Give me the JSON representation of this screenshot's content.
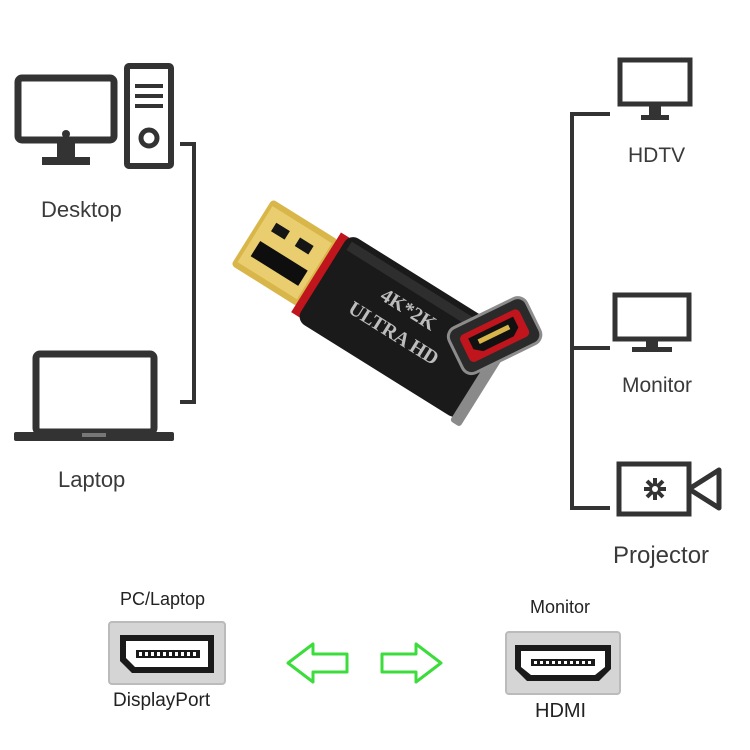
{
  "left_devices": {
    "desktop_label": "Desktop",
    "laptop_label": "Laptop"
  },
  "right_devices": {
    "hdtv_label": "HDTV",
    "monitor_label": "Monitor",
    "projector_label": "Projector"
  },
  "adapter": {
    "print_line1": "4K*2K",
    "print_line2": "ULTRA HD"
  },
  "bottom": {
    "source_caption": "PC/Laptop",
    "source_port_label": "DisplayPort",
    "target_caption": "Monitor",
    "target_port_label": "HDMI"
  },
  "colors": {
    "icon": "#333333",
    "arrow_outline": "#3bdc3b",
    "adapter_body": "#1a1a1a",
    "adapter_gold": "#d8b64a",
    "adapter_red": "#c0151c"
  }
}
